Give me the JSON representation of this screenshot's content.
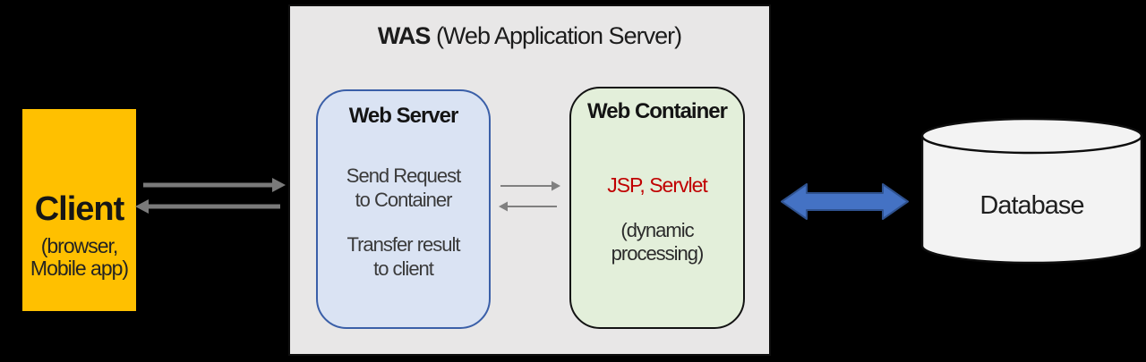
{
  "canvas": {
    "background": "#000000"
  },
  "client": {
    "title": "Client",
    "subtitle_line1": "(browser,",
    "subtitle_line2": "Mobile app)",
    "fill": "#FFC000"
  },
  "was": {
    "title_bold": "WAS",
    "title_rest": " (Web Application Server)",
    "fill": "#E8E7E7"
  },
  "web_server": {
    "title": "Web Server",
    "body_line1": "Send Request",
    "body_line2": "to Container",
    "body_line3": "Transfer result",
    "body_line4": "to client",
    "fill": "#DAE3F3",
    "border": "#3A5FA8"
  },
  "web_container": {
    "title": "Web Container",
    "tech_label": "JSP, Servlet",
    "tech_color": "#C00000",
    "note_line1": "(dynamic",
    "note_line2": "processing)",
    "fill": "#E3EFDA"
  },
  "database": {
    "label": "Database",
    "fill": "#F3F3F3",
    "shape": "cylinder-icon"
  },
  "arrows": {
    "client_to_was": "right-arrow-icon",
    "was_to_client": "left-arrow-icon",
    "server_to_container": "right-arrow-icon",
    "container_to_server": "left-arrow-icon",
    "was_to_database": "double-headed-arrow-icon",
    "gray_color": "#7A7A7A",
    "blue_color": "#4472C4"
  }
}
